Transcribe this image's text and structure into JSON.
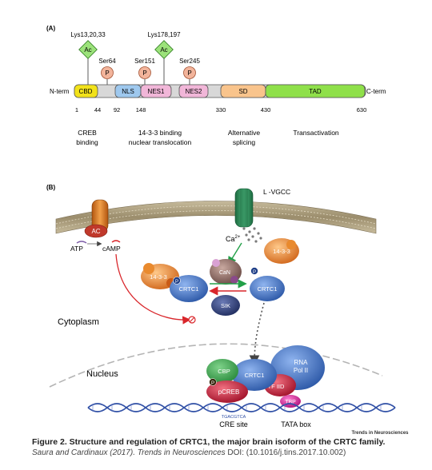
{
  "panel_a": {
    "label": "(A)",
    "n_term": "N-term",
    "c_term": "C-term",
    "domains": [
      {
        "label": "CBD",
        "color": "#f2e21a"
      },
      {
        "label": "NLS",
        "color": "#9ec8ee"
      },
      {
        "label": "NES1",
        "color": "#f1b6d8"
      },
      {
        "label": "NES2",
        "color": "#f1b6d8"
      },
      {
        "label": "SD",
        "color": "#f9c48c"
      },
      {
        "label": "TAD",
        "color": "#8fe04a"
      }
    ],
    "positions": [
      "1",
      "44",
      "92",
      "148",
      "330",
      "430",
      "630"
    ],
    "mod_ac": [
      "Lys13,20,33",
      "Lys178,197"
    ],
    "mod_ac_symbol": "Ac",
    "mod_p": [
      "Ser64",
      "Ser151",
      "Ser245"
    ],
    "mod_p_symbol": "P",
    "functions": [
      {
        "line1": "CREB",
        "line2": "binding"
      },
      {
        "line1": "14-3-3 binding",
        "line2": "nuclear translocation"
      },
      {
        "line1": "Alternative",
        "line2": "splicing"
      },
      {
        "line1": "Transactivation",
        "line2": ""
      }
    ]
  },
  "panel_b": {
    "label": "(B)",
    "lvgcc": "L -VGCC",
    "ca_base": "Ca",
    "ca_sup": "2+",
    "ac": "AC",
    "atp": "ATP",
    "camp": "cAMP",
    "p": "P",
    "protein_1433_left": "14-3-3",
    "protein_1433_right": "14-3-3",
    "can": "CaN",
    "crtc1_left": "CRTC1",
    "crtc1_right": "CRTC1",
    "crtc1_complex": "CRTC1",
    "sik": "SIK",
    "cytoplasm": "Cytoplasm",
    "nucleus": "Nucleus",
    "cbp": "CBP",
    "pcreb": "pCREB",
    "rna_pol_1": "RNA",
    "rna_pol_2": "Pol II",
    "tfiid": "TF IID",
    "tbp": "TBP",
    "cre_seq": "TGACGTCA",
    "cre_site": "CRE site",
    "tata_box": "TATA box",
    "journal_logo": "Trends in Neurosciences"
  },
  "caption": {
    "title": "Figure 2. Structure and regulation of CRTC1, the major brain isoform of the CRTC family.",
    "authors": "Saura and Cardinaux (2017).",
    "journal": "Trends in Neurosciences",
    "doi": " DOI: (10.1016/j.tins.2017.10.002)"
  },
  "colors": {
    "membrane": "#a89a7a",
    "channel": "#2f8f5c",
    "adenylyl_cyclase": "#e07b1c",
    "ac_bubble": "#c0392b",
    "crtc1": "#3e6fc0",
    "sik": "#2d3f7a",
    "p_circle": "#f2b49b",
    "ac_diamond": "#9be27a",
    "dna_strand": "#2f4fa5"
  }
}
